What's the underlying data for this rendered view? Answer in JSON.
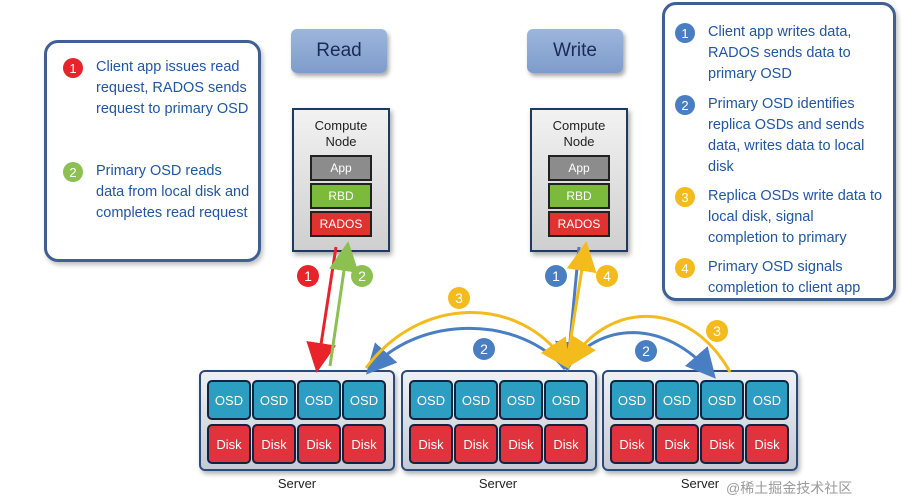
{
  "titles": {
    "read": "Read",
    "write": "Write"
  },
  "read_legend": [
    {
      "num": "1",
      "color": "#e8242a",
      "text": "Client app issues read request, RADOS sends request to primary OSD"
    },
    {
      "num": "2",
      "color": "#8cc152",
      "text": "Primary OSD reads data from local disk and completes read request"
    }
  ],
  "write_legend": [
    {
      "num": "1",
      "color": "#4a7ec2",
      "text": "Client app writes data, RADOS sends data to primary OSD"
    },
    {
      "num": "2",
      "color": "#4a7ec2",
      "text": "Primary OSD identifies replica OSDs and sends data, writes data to local disk"
    },
    {
      "num": "3",
      "color": "#f4bb1c",
      "text": "Replica OSDs write data to local disk, signal completion to primary"
    },
    {
      "num": "4",
      "color": "#f4bb1c",
      "text": "Primary OSD signals completion to client app"
    }
  ],
  "compute_node": {
    "title": "Compute\nNode",
    "app": "App",
    "rbd": "RBD",
    "rados": "RADOS"
  },
  "server": {
    "label": "Server",
    "osd": "OSD",
    "disk": "Disk"
  },
  "arrow_labels": {
    "read_request": "1",
    "read_complete": "2",
    "write_request": "1",
    "write_complete": "4",
    "replica_left": "2",
    "replica_right": "2",
    "ack_left": "3",
    "ack_right": "3"
  },
  "colors": {
    "red": "#e8242a",
    "green": "#8cc152",
    "blue": "#4a7ec2",
    "yellow": "#f4bb1c"
  },
  "watermark": "@稀土掘金技术社区"
}
